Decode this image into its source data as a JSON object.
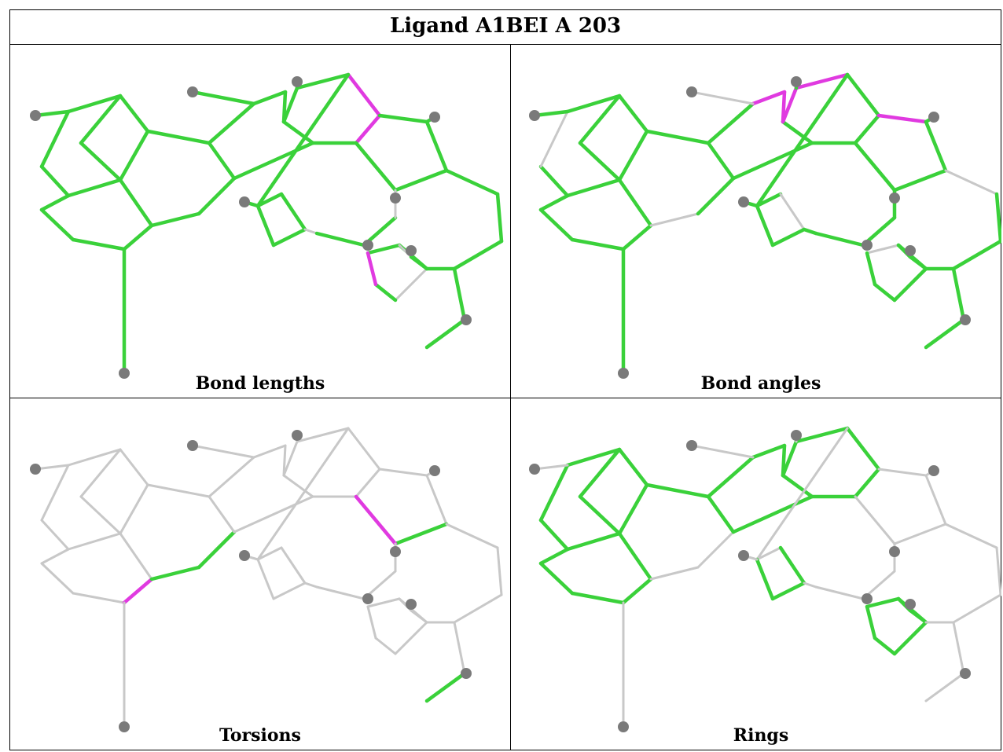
{
  "title": "Ligand A1BEI A 203",
  "panels": [
    {
      "caption": "Bond lengths"
    },
    {
      "caption": "Bond angles"
    },
    {
      "caption": "Torsions"
    },
    {
      "caption": "Rings"
    }
  ],
  "colors": {
    "ok": "#3ad13a",
    "outlier": "#e03ae0",
    "neutral": "#c8c8c8",
    "atom": "#7a7a7a"
  }
}
